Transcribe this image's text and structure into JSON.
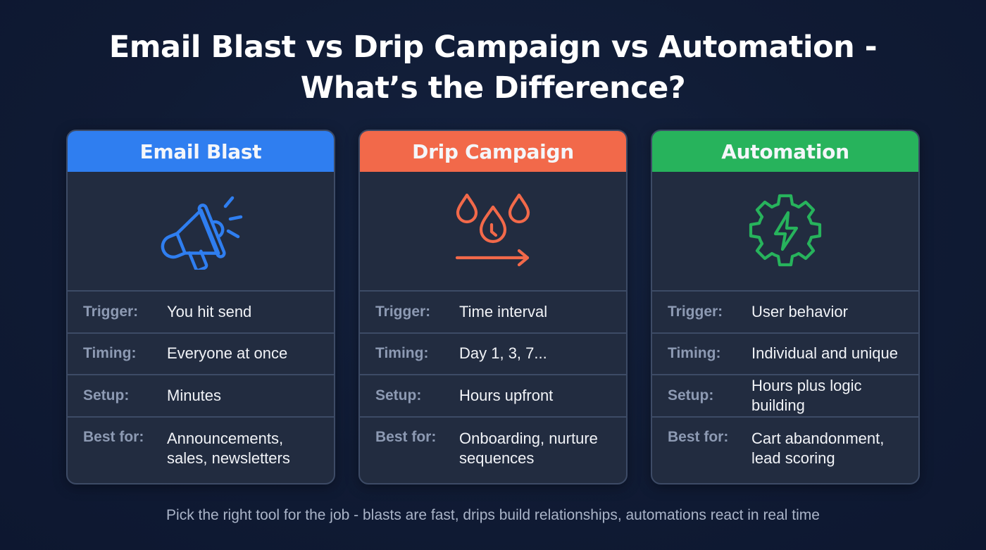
{
  "title": {
    "line1": "Email Blast vs Drip Campaign vs Automation -",
    "line2": "What’s the Difference?"
  },
  "cards": [
    {
      "name": "Email Blast",
      "color": "#2f7ef0",
      "icon": "megaphone-icon",
      "rows": [
        {
          "label": "Trigger:",
          "value": "You hit send"
        },
        {
          "label": "Timing:",
          "value": "Everyone at once"
        },
        {
          "label": "Setup:",
          "value": "Minutes"
        },
        {
          "label": "Best for:",
          "value_line1": "Announcements,",
          "value_line2": "sales, newsletters"
        }
      ]
    },
    {
      "name": "Drip Campaign",
      "color": "#f2694a",
      "icon": "water-drops-clock-icon",
      "rows": [
        {
          "label": "Trigger:",
          "value": "Time interval"
        },
        {
          "label": "Timing:",
          "value": "Day 1, 3, 7..."
        },
        {
          "label": "Setup:",
          "value": "Hours upfront"
        },
        {
          "label": "Best for:",
          "value_line1": "Onboarding, nurture",
          "value_line2": "sequences"
        }
      ]
    },
    {
      "name": "Automation",
      "color": "#27b35c",
      "icon": "gear-lightning-icon",
      "rows": [
        {
          "label": "Trigger:",
          "value": "User behavior"
        },
        {
          "label": "Timing:",
          "value": "Individual and unique"
        },
        {
          "label": "Setup:",
          "value": "Hours plus logic building"
        },
        {
          "label": "Best for:",
          "value_line1": "Cart abandonment,",
          "value_line2": "lead scoring"
        }
      ]
    }
  ],
  "footer": "Pick the right tool for the job - blasts are fast, drips build relationships, automations react in real time"
}
